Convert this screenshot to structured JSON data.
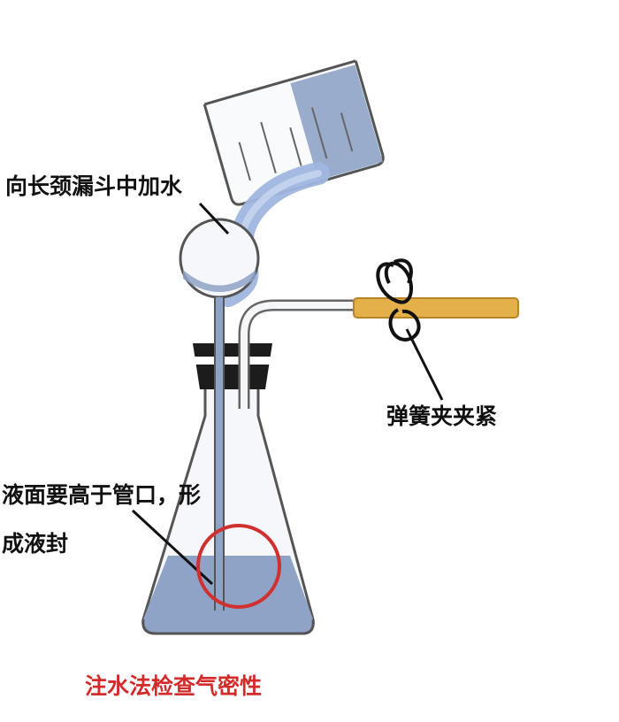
{
  "labels": {
    "funnel_label": "向长颈漏斗中加水",
    "clamp_label": "弹簧夹夹紧",
    "seal_label_line1": "液面要高于管口，形",
    "seal_label_line2": "成液封",
    "caption": "注水法检查气密性"
  },
  "colors": {
    "water": "#8ea3c6",
    "water_stream": "#9fb6df",
    "stopper": "#1c1c1c",
    "clamp_tube": "#e3b04a",
    "highlight_circle": "#d03030",
    "caption": "#d42a2a",
    "outline": "#444444"
  }
}
